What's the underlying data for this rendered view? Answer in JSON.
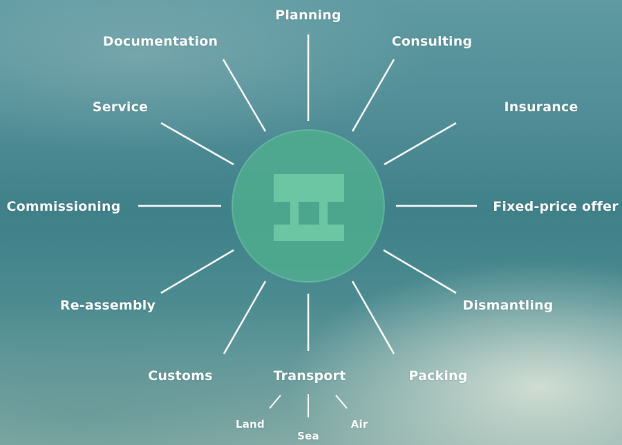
{
  "center": {
    "logo": "logo-icon",
    "circle_color": "#4fae8e"
  },
  "nodes": [
    {
      "id": "planning",
      "label": "Planning"
    },
    {
      "id": "consulting",
      "label": "Consulting"
    },
    {
      "id": "insurance",
      "label": "Insurance"
    },
    {
      "id": "fixed-price-offer",
      "label": "Fixed-price offer"
    },
    {
      "id": "dismantling",
      "label": "Dismantling"
    },
    {
      "id": "packing",
      "label": "Packing"
    },
    {
      "id": "transport",
      "label": "Transport"
    },
    {
      "id": "customs",
      "label": "Customs"
    },
    {
      "id": "re-assembly",
      "label": "Re-assembly"
    },
    {
      "id": "commissioning",
      "label": "Commissioning"
    },
    {
      "id": "service",
      "label": "Service"
    },
    {
      "id": "documentation",
      "label": "Documentation"
    }
  ],
  "transport_modes": [
    {
      "id": "land",
      "label": "Land"
    },
    {
      "id": "sea",
      "label": "Sea"
    },
    {
      "id": "air",
      "label": "Air"
    }
  ]
}
